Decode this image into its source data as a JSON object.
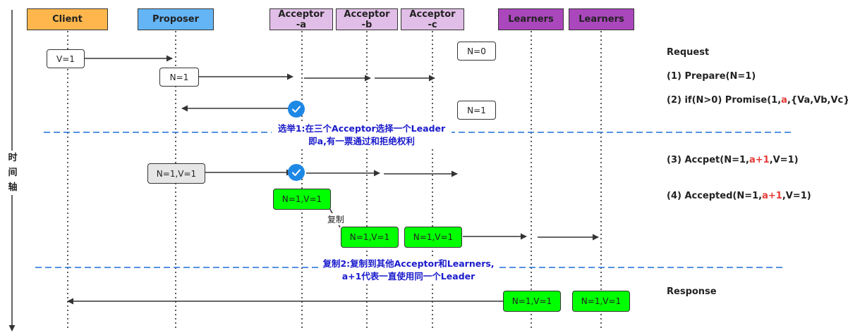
{
  "participants": [
    {
      "id": "client",
      "label": "Client",
      "fill": "#ffb74d"
    },
    {
      "id": "proposer",
      "label": "Proposer",
      "fill": "#64b5f6"
    },
    {
      "id": "acceptor-a",
      "label": "Acceptor\n-a",
      "fill": "#e1bee7"
    },
    {
      "id": "acceptor-b",
      "label": "Acceptor\n-b",
      "fill": "#e1bee7"
    },
    {
      "id": "acceptor-c",
      "label": "Acceptor\n-c",
      "fill": "#e1bee7"
    },
    {
      "id": "learners-1",
      "label": "Learners",
      "fill": "#ab47bc"
    },
    {
      "id": "learners-2",
      "label": "Learners",
      "fill": "#ab47bc"
    }
  ],
  "axis": {
    "chars": [
      "时",
      "间",
      "轴"
    ]
  },
  "boxes": {
    "v1": "V=1",
    "n1_proposer": "N=1",
    "n0": "N=0",
    "n1_acceptor": "N=1",
    "nv_proposer": "N=1,V=1",
    "nv_acceptor_a": "N=1,V=1",
    "nv_acceptor_b": "N=1,V=1",
    "nv_acceptor_c": "N=1,V=1",
    "nv_learner_1": "N=1,V=1",
    "nv_learner_2": "N=1,V=1"
  },
  "copy_label": "复制",
  "notes": {
    "election_line1": "选举1:在三个Acceptor选择一个Leader",
    "election_line2": "即a,有一票通过和拒绝权利",
    "replication_line1": "复制2:复制到其他Acceptor和Learners,",
    "replication_line2": "a+1代表一直使用同一个Leader"
  },
  "steps": {
    "request": "Request",
    "prepare": "(1) Prepare(N=1)",
    "promise_pre": "(2) if(N>0) Promise(1,",
    "promise_red": "a",
    "promise_post": ",{Va,Vb,Vc})",
    "accept_pre": "(3) Accpet(N=1,",
    "accept_red": "a+1",
    "accept_post": ",V=1)",
    "accepted_pre": "(4) Accepted(N=1,",
    "accepted_red": "a+1",
    "accepted_post": ",V=1)",
    "response": "Response"
  },
  "colors": {
    "line": "#333333",
    "dashed_blue": "#1e6fd9",
    "green_box": "#00ff00",
    "check": "#1e88e5"
  }
}
